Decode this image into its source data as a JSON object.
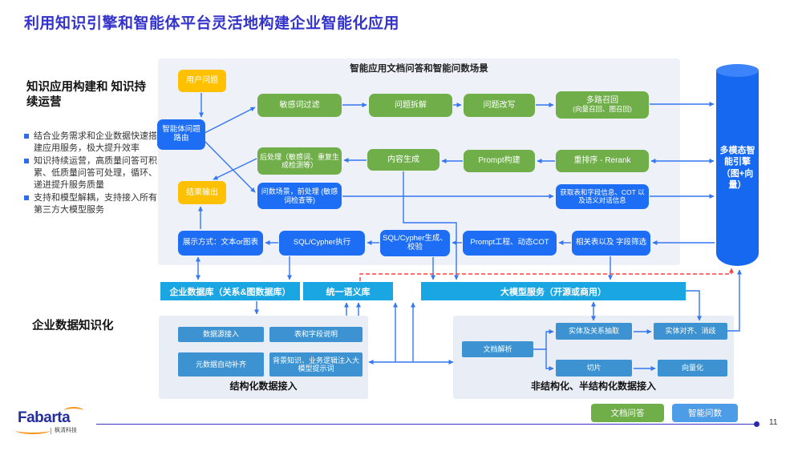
{
  "title": "利用知识引擎和智能体平台灵活地构建企业智能化应用",
  "sidebar": {
    "heading": "知识应用构建和 知识持续运营",
    "bullets": [
      "结合业务需求和企业数据快速搭建应用服务，极大提升效率",
      "知识持续运营，高质量问答可积累、低质量问答可处理，循环、递进提升服务质量",
      "支持和模型解耦，支持接入所有第三方大模型服务"
    ],
    "section2_heading": "企业数据知识化"
  },
  "diagram": {
    "panel_title": "智能应用文档问答和智能问数场景",
    "nodes": {
      "user_question": "用户问题",
      "agent_router": "智能体问题路由",
      "result_output": "结果输出",
      "sensitive_filter": "敏感词过滤",
      "question_split": "问题拆解",
      "question_rewrite": "问题改写",
      "multi_recall": "多路召回",
      "multi_recall_sub": "(向量召回、图召回)",
      "post_process": "后处理（敏感词、重复生成检测等）",
      "content_gen": "内容生成",
      "prompt_build": "Prompt构建",
      "rerank": "重排序 - Rerank",
      "ask_data_pre": "问数场景，前处理 (敏感词检查等)",
      "get_table_info": "获取表和字段信息、COT 以及语义对话信息",
      "display_mode": "展示方式：文本or图表",
      "sql_exec": "SQL/Cypher执行",
      "sql_gen": "SQL/Cypher生成、校验",
      "prompt_cot": "Prompt工程、动态COT",
      "table_filter": "相关表以及 字段筛选"
    },
    "engine": "多模态智能引擎（图+向量）",
    "bars": {
      "enterprise_db": "企业数据库（关系&图数据库）",
      "semantic_lib": "统一语义库",
      "llm_service": "大模型服务（开源或商用）"
    },
    "structured_panel": {
      "boxes": [
        "数据源接入",
        "表和字段说明",
        "元数据自动补齐",
        "背景知识、业务逻辑注入大模型提示词"
      ],
      "label": "结构化数据接入"
    },
    "unstructured_panel": {
      "doc_parse": "文档解析",
      "entity_extract": "实体及关系抽取",
      "entity_align": "实体对齐、消歧",
      "slice": "切片",
      "vectorize": "向量化",
      "label": "非结构化、半结构化数据接入"
    }
  },
  "legend": {
    "doc_qa": "文档问答",
    "smart_query": "智能问数"
  },
  "footer": {
    "logo": "Fabarta",
    "logo_sub": "枫清科技",
    "page_number": "11"
  },
  "colors": {
    "title_blue": "#3333cc",
    "green_box": "#6fae49",
    "blue_box": "#1e6ef5",
    "yellow_box": "#ffc000",
    "cyan_bar": "#1aa6e3",
    "panel_box_blue": "#3d93d2",
    "cylinder_blue": "#1668f0",
    "arrow_blue": "#3377f2",
    "feedback_red": "#f24545",
    "legend_blue": "#4d9ce8"
  }
}
